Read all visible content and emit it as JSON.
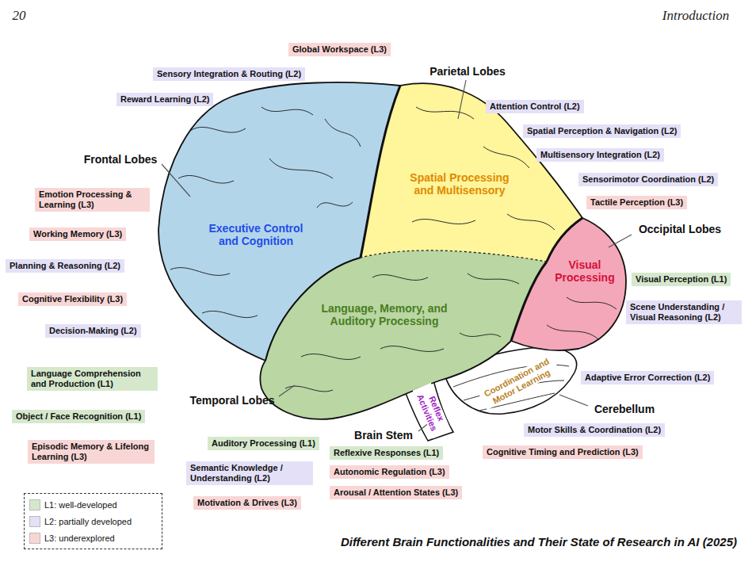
{
  "diagram": {
    "caption": "Different Brain Functionalities and Their State of Research in AI (2025)",
    "nodes": [
      {
        "text": [
          "Global Workspace (L3)"
        ]
      },
      {
        "text": [
          "Sensory Integration & Routing (L2)"
        ]
      },
      {
        "text": [
          "Reward Learning (L2)"
        ]
      },
      {
        "text": [
          "Attention Control (L2)"
        ]
      },
      {
        "text": [
          "Spatial Perception & Navigation (L2)"
        ]
      },
      {
        "text": [
          "Multisensory Integration (L2)"
        ]
      },
      {
        "text": [
          "Sensorimotor Coordination (L2)"
        ]
      },
      {
        "text": [
          "Emotion Processing & Learning (L3)"
        ]
      },
      {
        "text": [
          "Tactile Perception (L3)"
        ]
      },
      {
        "text": [
          "Working Memory (L3)"
        ]
      },
      {
        "text": [
          "Planning & Reasoning (L2)"
        ]
      },
      {
        "text": [
          "Visual Perception (L1)"
        ]
      },
      {
        "text": [
          "Cognitive Flexibility (L3)"
        ]
      },
      {
        "text": [
          "Scene Understanding / Visual Reasoning (L2)"
        ]
      },
      {
        "text": [
          "Decision-Making (L2)"
        ]
      },
      {
        "text": [
          "Adaptive Error Correction (L2)"
        ]
      },
      {
        "text": [
          "Language Comprehension and Production (L1)"
        ]
      },
      {
        "text": [
          "Object / Face Recognition (L1)"
        ]
      },
      {
        "text": [
          "Motor Skills & Coordination (L2)"
        ]
      },
      {
        "text": [
          "Auditory Processing (L1)"
        ]
      },
      {
        "text": [
          "Episodic Memory & Lifelong Learning (L3)"
        ]
      },
      {
        "text": [
          "Reflexive Responses (L1)"
        ]
      },
      {
        "text": [
          "Cognitive Timing and Prediction (L3)"
        ]
      },
      {
        "text": [
          "Semantic Knowledge / Understanding (L2)"
        ]
      },
      {
        "text": [
          "Autonomic Regulation (L3)"
        ]
      },
      {
        "text": [
          "Arousal / Attention States (L3)"
        ]
      },
      {
        "text": [
          "Motivation & Drives (L3)"
        ]
      }
    ],
    "labels": [
      "20",
      "Introduction",
      "Parietal Lobes",
      "Frontal Lobes",
      "Occipital Lobes",
      "Temporal Lobes",
      "Cerebellum",
      "Brain Stem",
      "Executive Control and Cognition",
      "Spatial Processing and Multisensory",
      "Visual Processing",
      "Language, Memory, and Auditory Processing",
      "Coordination and Motor Learning",
      "Reflex Activities"
    ],
    "legend": [
      {
        "text": "L1: well-developed",
        "color": "#d5e8cc"
      },
      {
        "text": "L2: partially developed",
        "color": "#e4e0f7"
      },
      {
        "text": "L3: underexplored",
        "color": "#f9d6d6"
      }
    ]
  }
}
